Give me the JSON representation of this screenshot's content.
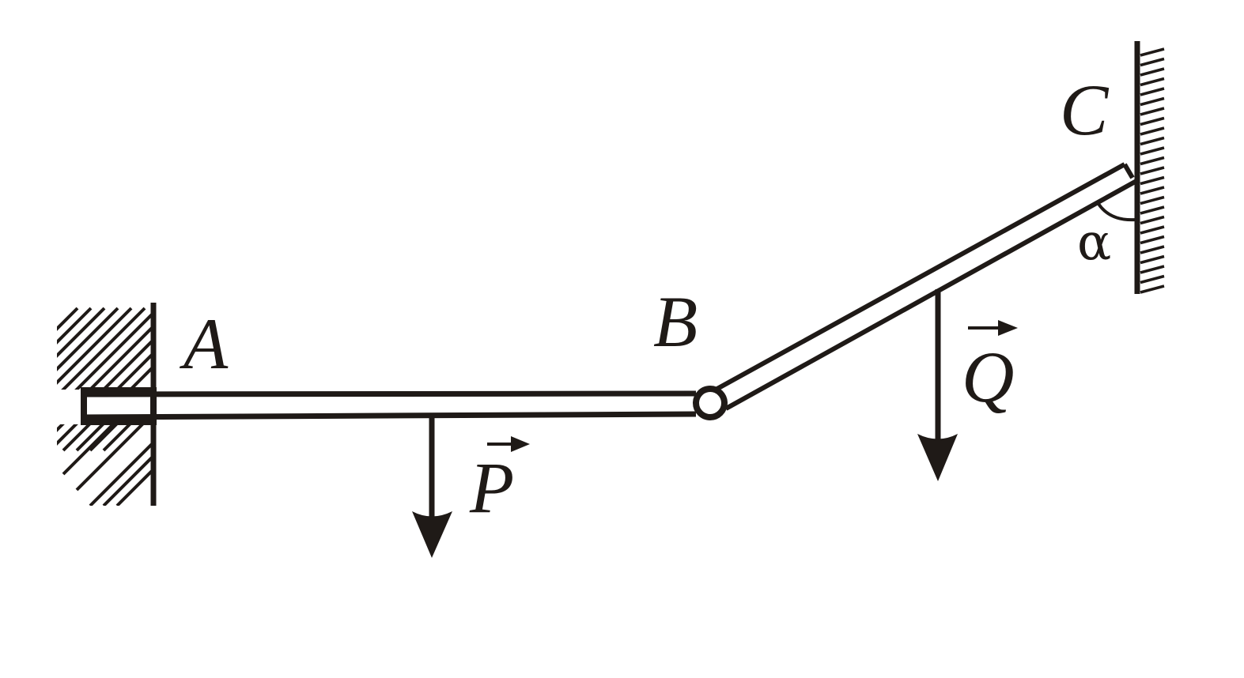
{
  "labels": {
    "a": "A",
    "b": "B",
    "c": "C",
    "p": "P",
    "q": "Q",
    "alpha": "α"
  },
  "colors": {
    "ink": "#1f1a17",
    "background": "#ffffff"
  }
}
